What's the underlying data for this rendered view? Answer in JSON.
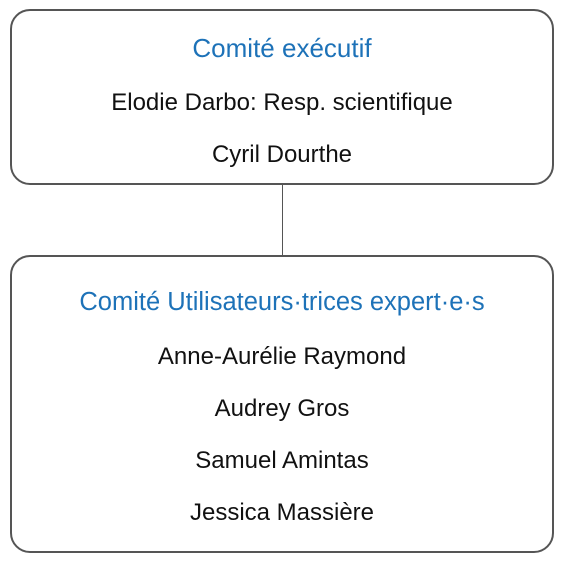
{
  "executive_committee": {
    "title": "Comité exécutif",
    "members": [
      "Elodie Darbo: Resp. scientifique",
      "Cyril Dourthe"
    ]
  },
  "expert_users_committee": {
    "title": "Comité Utilisateurs·trices expert·e·s",
    "members": [
      "Anne-Aurélie Raymond",
      "Audrey Gros",
      "Samuel Amintas",
      "Jessica Massière"
    ]
  },
  "colors": {
    "title": "#1d72b8",
    "text": "#111111",
    "border": "#555555",
    "background": "#ffffff"
  }
}
